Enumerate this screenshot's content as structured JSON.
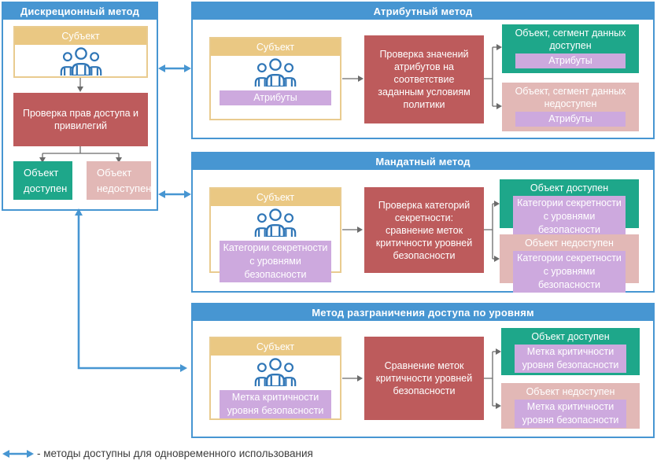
{
  "colors": {
    "panel_blue": "#4796D2",
    "subject_tan": "#EAC883",
    "check_red": "#BD5B5C",
    "allowed_green": "#1EA78A",
    "denied_pink": "#E2B8B6",
    "label_purple": "#CDA9DE",
    "flow_arrow_gray": "#6B6B6B",
    "people_icon_blue": "#2E75B6"
  },
  "panels": {
    "discretionary": {
      "title": "Дискреционный метод",
      "subject": {
        "title": "Субъект"
      },
      "check": "Проверка прав доступа и привилегий",
      "allowed": "Объект доступен",
      "denied": "Объект недоступен"
    },
    "attribute": {
      "title": "Атрибутный метод",
      "subject": {
        "title": "Субъект",
        "label": "Атрибуты"
      },
      "check": "Проверка значений атрибутов на соответствие заданным условиям политики",
      "allowed": {
        "title": "Объект, сегмент данных доступен",
        "label": "Атрибуты"
      },
      "denied": {
        "title": "Объект, сегмент данных недоступен",
        "label": "Атрибуты"
      }
    },
    "mandatory": {
      "title": "Мандатный метод",
      "subject": {
        "title": "Субъект",
        "label": "Категории секретности с уровнями безопасности"
      },
      "check": "Проверка категорий секретности: сравнение меток критичности уровней безопасности",
      "allowed": {
        "title": "Объект доступен",
        "label": "Категории секретности с уровнями безопасности"
      },
      "denied": {
        "title": "Объект недоступен",
        "label": "Категории секретности с уровнями безопасности"
      }
    },
    "levels": {
      "title": "Метод разграничения доступа по уровням",
      "subject": {
        "title": "Субъект",
        "label": "Метка критичности уровня безопасности"
      },
      "check": "Сравнение меток критичности уровней безопасности",
      "allowed": {
        "title": "Объект доступен",
        "label": "Метка критичности уровня безопасности"
      },
      "denied": {
        "title": "Объект недоступен",
        "label": "Метка критичности уровня безопасности"
      }
    }
  },
  "legend": {
    "label": "- методы доступны для одновременного использования"
  }
}
